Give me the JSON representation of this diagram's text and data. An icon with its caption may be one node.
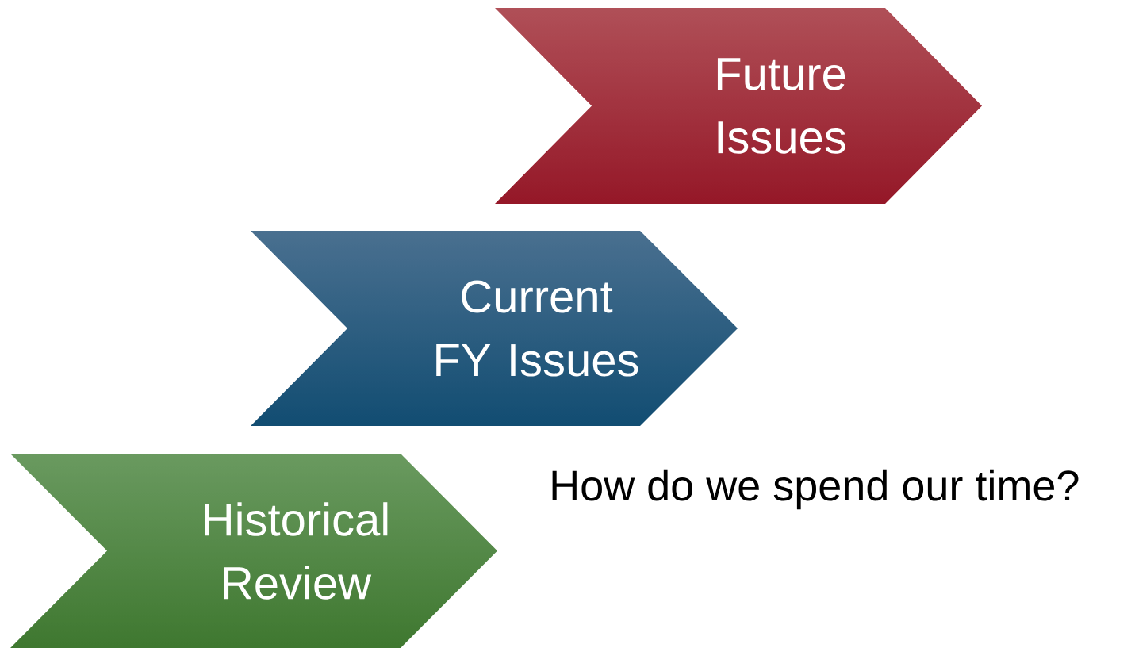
{
  "diagram": {
    "nodes": [
      {
        "text": [
          "Future Issues"
        ]
      },
      {
        "text": [
          "Current FY Issues"
        ]
      },
      {
        "text": [
          "Historical Review"
        ]
      }
    ],
    "labels": [
      "How do we spend our time?"
    ]
  }
}
